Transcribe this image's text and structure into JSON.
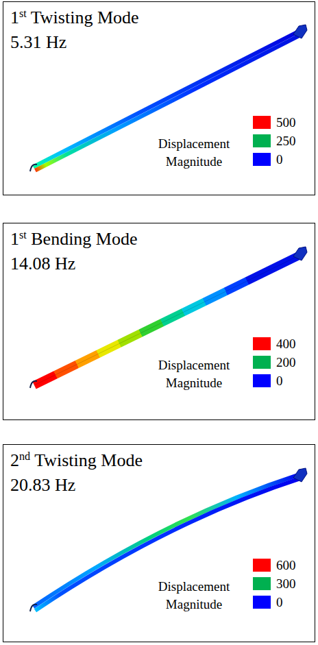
{
  "diagram": {
    "nodes": [
      {
        "text": [
          "1st Twisting Mode",
          "5.31 Hz"
        ]
      },
      {
        "text": [
          "1st Bending Mode",
          "14.08 Hz"
        ]
      },
      {
        "text": [
          "2nd Twisting Mode",
          "20.83 Hz"
        ]
      }
    ],
    "labels": [
      "Displacement Magnitude",
      "Displacement Magnitude",
      "Displacement Magnitude"
    ],
    "legend": [
      {
        "text": "500",
        "color": "#ff0000"
      },
      {
        "text": "250",
        "color": "#00b050"
      },
      {
        "text": "0",
        "color": "#0000ff"
      },
      {
        "text": "400",
        "color": "#ff0000"
      },
      {
        "text": "200",
        "color": "#00b050"
      },
      {
        "text": "0",
        "color": "#0000ff"
      },
      {
        "text": "600",
        "color": "#ff0000"
      },
      {
        "text": "300",
        "color": "#00b050"
      },
      {
        "text": "0",
        "color": "#0000ff"
      }
    ]
  }
}
